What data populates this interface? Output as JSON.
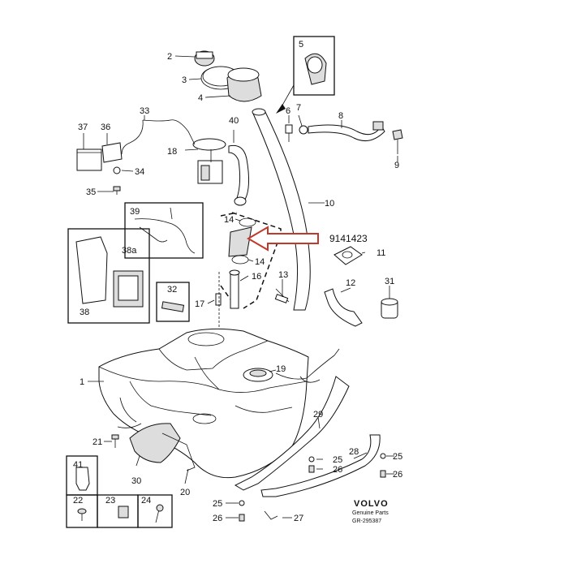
{
  "callout": {
    "part_number": "9141423"
  },
  "brand": {
    "name": "VOLVO",
    "line1": "Genuine Parts",
    "code": "GR-295387"
  },
  "labels": {
    "l1": "1",
    "l2": "2",
    "l3": "3",
    "l4": "4",
    "l5": "5",
    "l6": "6",
    "l7": "7",
    "l8": "8",
    "l9": "9",
    "l10": "10",
    "l11": "11",
    "l12": "12",
    "l13": "13",
    "l14a": "14",
    "l14b": "14",
    "l16": "16",
    "l17": "17",
    "l18": "18",
    "l19": "19",
    "l20": "20",
    "l21": "21",
    "l22": "22",
    "l23": "23",
    "l24": "24",
    "l25a": "25",
    "l25b": "25",
    "l25c": "25",
    "l26a": "26",
    "l26b": "26",
    "l26c": "26",
    "l27": "27",
    "l28": "28",
    "l29": "29",
    "l30": "30",
    "l31": "31",
    "l32": "32",
    "l33": "33",
    "l34": "34",
    "l35": "35",
    "l36": "36",
    "l37": "37",
    "l38": "38",
    "l38a": "38a",
    "l39": "39",
    "l40": "40",
    "l41": "41"
  }
}
